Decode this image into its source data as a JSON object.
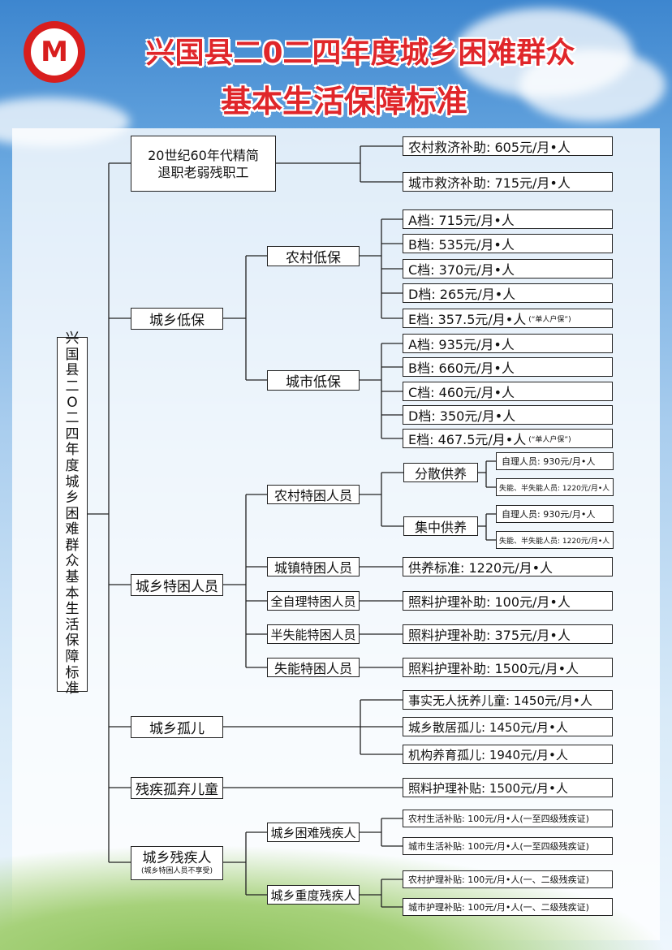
{
  "title_line1": "兴国县二0二四年度城乡困难群众",
  "title_line2": "基本生活保障标准",
  "logo_glyph": "M",
  "vertical_label": "兴国县二0二四年度城乡困难群众基本生活保障标准",
  "colors": {
    "title": "#e0262a",
    "logo": "#d81e1e"
  },
  "categories": {
    "retired": "20世纪60年代精简\n退职老弱残职工",
    "dibao": "城乡低保",
    "tekun": "城乡特困人员",
    "orphan": "城乡孤儿",
    "disabled_child": "残疾孤弃儿童",
    "disabled": "城乡残疾人",
    "disabled_note": "(城乡特困人员不享受)"
  },
  "retired_items": [
    "农村救济补助: 605元/月•人",
    "城市救济补助: 715元/月•人"
  ],
  "rural_dibao": {
    "label": "农村低保",
    "items": [
      "A档: 715元/月•人",
      "B档: 535元/月•人",
      "C档: 370元/月•人",
      "D档: 265元/月•人",
      "E档: 357.5元/月•人"
    ],
    "e_note": "(“单人户保”)"
  },
  "urban_dibao": {
    "label": "城市低保",
    "items": [
      "A档: 935元/月•人",
      "B档: 660元/月•人",
      "C档: 460元/月•人",
      "D档: 350元/月•人",
      "E档: 467.5元/月•人"
    ],
    "e_note": "(“单人户保”)"
  },
  "tekun": {
    "rural": "农村特困人员",
    "dispersed": "分散供养",
    "centralized": "集中供养",
    "self_care": "自理人员: 930元/月•人",
    "disabled_care": "失能、半失能人员: 1220元/月•人",
    "town": "城镇特困人员",
    "town_std": "供养标准: 1220元/月•人",
    "full_self": "全自理特困人员",
    "full_self_std": "照料护理补助: 100元/月•人",
    "half": "半失能特困人员",
    "half_std": "照料护理补助: 375元/月•人",
    "none": "失能特困人员",
    "none_std": "照料护理补助: 1500元/月•人"
  },
  "orphan_items": [
    "事实无人抚养儿童: 1450元/月•人",
    "城乡散居孤儿: 1450元/月•人",
    "机构养育孤儿: 1940元/月•人"
  ],
  "disabled_child_item": "照料护理补贴: 1500元/月•人",
  "disabled": {
    "hard": "城乡困难残疾人",
    "severe": "城乡重度残疾人",
    "items": [
      "农村生活补贴: 100元/月•人(一至四级残疾证)",
      "城市生活补贴: 100元/月•人(一至四级残疾证)",
      "农村护理补贴: 100元/月•人(一、二级残疾证)",
      "城市护理补贴: 100元/月•人(一、二级残疾证)"
    ]
  }
}
